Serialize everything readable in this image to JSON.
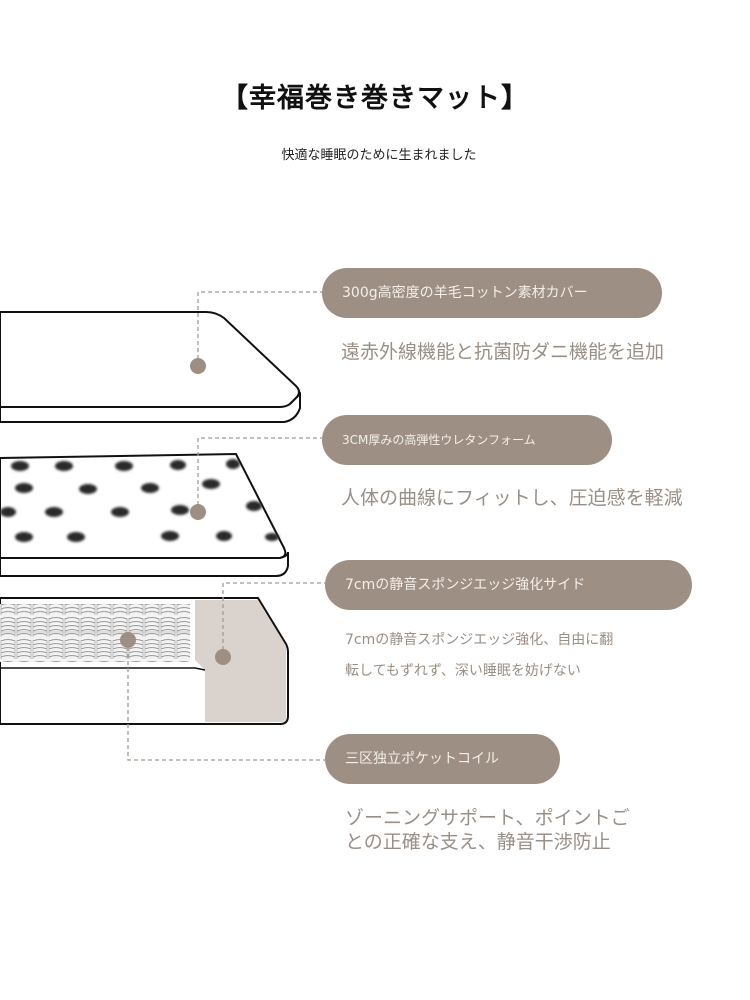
{
  "header": {
    "title": "【幸福巻き巻きマット】",
    "subtitle": "快適な睡眠のために生まれました"
  },
  "layers": [
    {
      "label": "300g高密度の羊毛コットン素材カバー",
      "description": "遠赤外線機能と抗菌防ダニ機能を追加"
    },
    {
      "label": "3CM厚みの高弾性ウレタンフォーム",
      "description": "人体の曲線にフィットし、圧迫感を軽減"
    },
    {
      "label": "7cmの静音スポンジエッジ強化サイド",
      "description_line1": "7cmの静音スポンジエッジ強化、自由に翻",
      "description_line2": "転してもずれず、深い睡眠を妨げない"
    },
    {
      "label": "三区独立ポケットコイル",
      "description_line1": "ゾーニングサポート、ポイントご",
      "description_line2": "との正確な支え、静音干渉防止"
    }
  ],
  "colors": {
    "pill": "#9e8f84",
    "dot": "#9e8f84",
    "leader_line": "#a59a92",
    "description_text": "#9a8f87"
  }
}
